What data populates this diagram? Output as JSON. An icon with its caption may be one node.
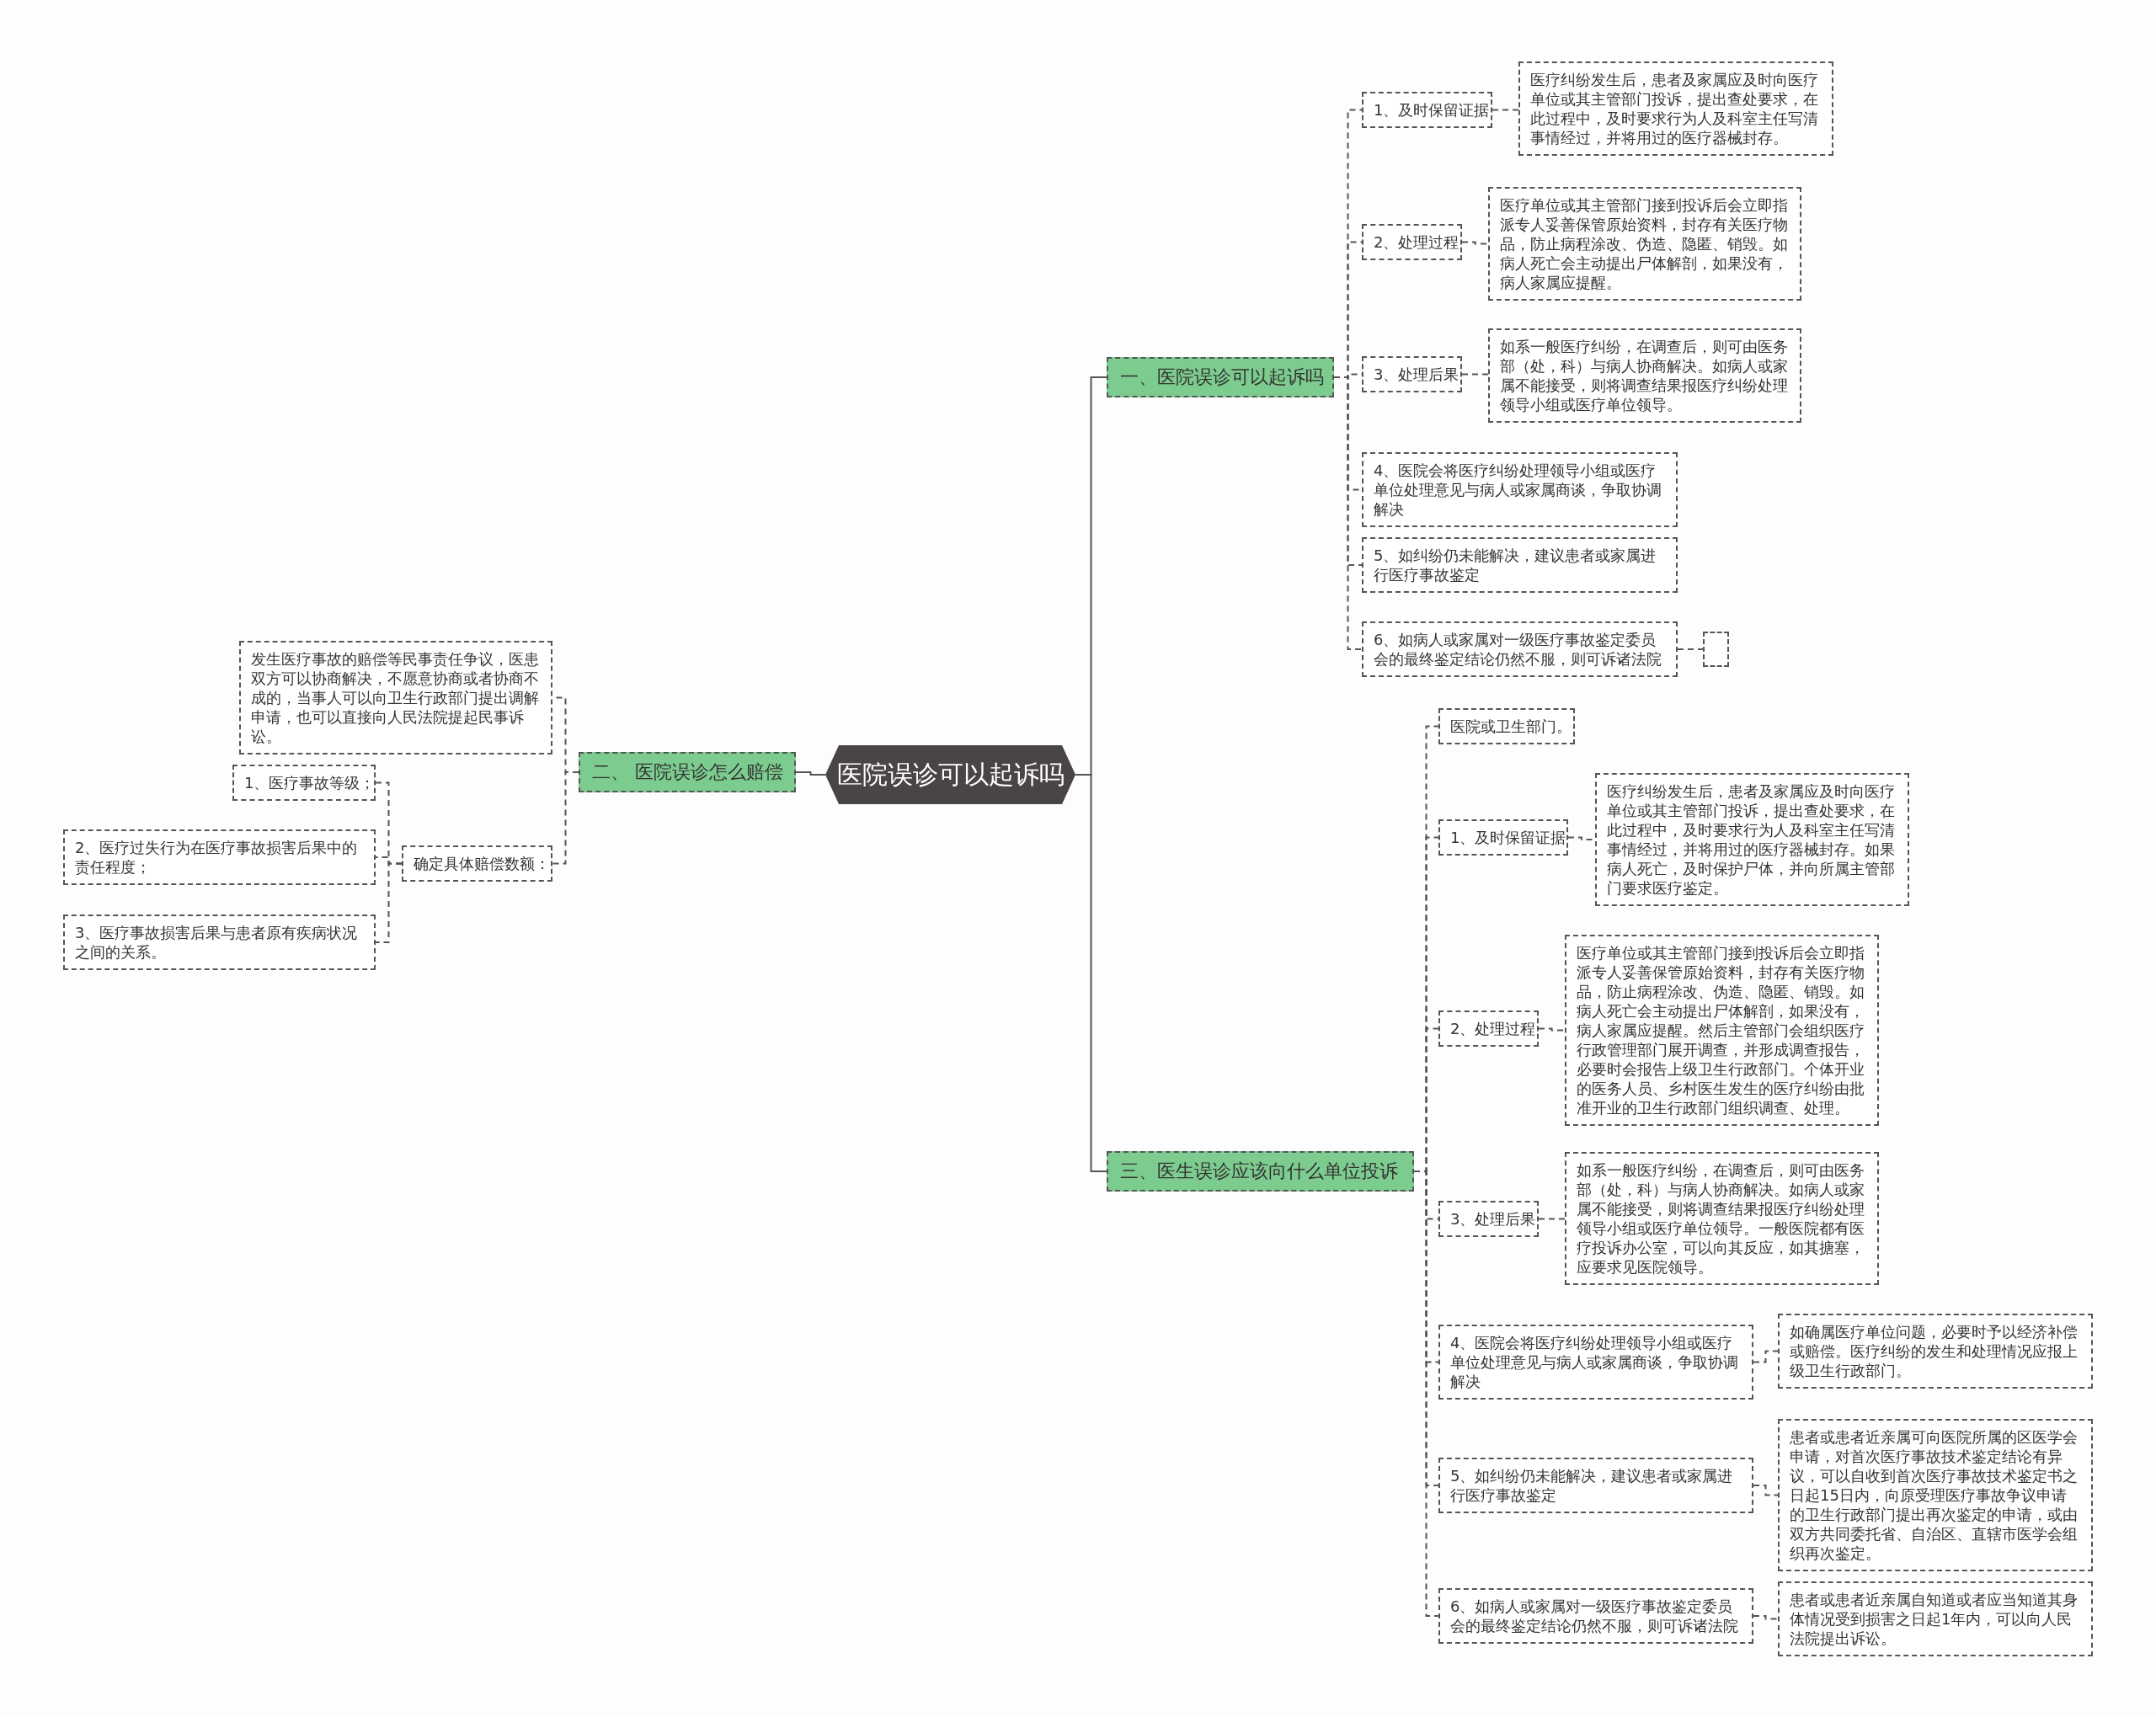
{
  "diagram": {
    "nodes": [
      {
        "text": [
          "医院误诊可以起诉吗"
        ]
      },
      {
        "text": [
          "一、医院误诊可以起诉吗"
        ]
      },
      {
        "text": [
          "1、及时保留证据"
        ]
      },
      {
        "text": [
          "医疗纠纷发生后，患者及家属应及时向医疗单位或其主管部门投诉，提出查处要求，在此过程中，及时要求行为人及科室主任写清事情经过，并将用过的医疗器械封存。"
        ]
      },
      {
        "text": [
          "2、处理过程"
        ]
      },
      {
        "text": [
          "医疗单位或其主管部门接到投诉后会立即指派专人妥善保管原始资料，封存有关医疗物品，防止病程涂改、伪造、隐匿、销毁。如病人死亡会主动提出尸体解剖，如果没有，病人家属应提醒。"
        ]
      },
      {
        "text": [
          "3、处理后果"
        ]
      },
      {
        "text": [
          "如系一般医疗纠纷，在调查后，则可由医务部（处，科）与病人协商解决。如病人或家属不能接受，则将调查结果报医疗纠纷处理领导小组或医疗单位领导。"
        ]
      },
      {
        "text": [
          "4、医院会将医疗纠纷处理领导小组或医疗单位处理意见与病人或家属商谈，争取协调解决"
        ]
      },
      {
        "text": [
          "5、如纠纷仍未能解决，建议患者或家属进行医疗事故鉴定"
        ]
      },
      {
        "text": [
          "6、如病人或家属对一级医疗事故鉴定委员会的最终鉴定结论仍然不服，则可诉诸法院"
        ]
      },
      {
        "text": [],
        "shape": "box"
      },
      {
        "text": [
          "三、医生误诊应该向什么单位投诉"
        ]
      },
      {
        "text": [
          "医院或卫生部门。"
        ]
      },
      {
        "text": [
          "1、及时保留证据"
        ]
      },
      {
        "text": [
          "医疗纠纷发生后，患者及家属应及时向医疗单位或其主管部门投诉，提出查处要求，在此过程中，及时要求行为人及科室主任写清事情经过，并将用过的医疗器械封存。如果病人死亡，及时保护尸体，并向所属主管部门要求医疗鉴定。"
        ]
      },
      {
        "text": [
          "2、处理过程"
        ]
      },
      {
        "text": [
          "医疗单位或其主管部门接到投诉后会立即指派专人妥善保管原始资料，封存有关医疗物品，防止病程涂改、伪造、隐匿、销毁。如病人死亡会主动提出尸体解剖，如果没有，病人家属应提醒。然后主管部门会组织医疗行政管理部门展开调查，并形成调查报告，必要时会报告上级卫生行政部门。个体开业的医务人员、乡村医生发生的医疗纠纷由批准开业的卫生行政部门组织调查、处理。"
        ]
      },
      {
        "text": [
          "3、处理后果"
        ]
      },
      {
        "text": [
          "如系一般医疗纠纷，在调查后，则可由医务部（处，科）与病人协商解决。如病人或家属不能接受，则将调查结果报医疗纠纷处理领导小组或医疗单位领导。一般医院都有医疗投诉办公室，可以向其反应，如其搪塞，应要求见医院领导。"
        ]
      },
      {
        "text": [
          "4、医院会将医疗纠纷处理领导小组或医疗单位处理意见与病人或家属商谈，争取协调解决"
        ]
      },
      {
        "text": [
          "如确属医疗单位问题，必要时予以经济补偿或赔偿。医疗纠纷的发生和处理情况应报上级卫生行政部门。"
        ]
      },
      {
        "text": [
          "5、如纠纷仍未能解决，建议患者或家属进行医疗事故鉴定"
        ]
      },
      {
        "text": [
          "患者或患者近亲属可向医院所属的区医学会申请，对首次医疗事故技术鉴定结论有异议，可以自收到首次医疗事故技术鉴定书之日起15日内，向原受理医疗事故争议申请的卫生行政部门提出再次鉴定的申请，或由双方共同委托省、自治区、直辖市医学会组织再次鉴定。"
        ]
      },
      {
        "text": [
          "6、如病人或家属对一级医疗事故鉴定委员会的最终鉴定结论仍然不服，则可诉诸法院"
        ]
      },
      {
        "text": [
          "患者或患者近亲属自知道或者应当知道其身体情况受到损害之日起1年内，可以向人民法院提出诉讼。"
        ]
      },
      {
        "text": [
          "二、 医院误诊怎么赔偿"
        ]
      },
      {
        "text": [
          "发生医疗事故的赔偿等民事责任争议，医患双方可以协商解决，不愿意协商或者协商不成的，当事人可以向卫生行政部门提出调解申请，也可以直接向人民法院提起民事诉讼。"
        ]
      },
      {
        "text": [
          "确定具体赔偿数额："
        ]
      },
      {
        "text": [
          "1、医疗事故等级；"
        ]
      },
      {
        "text": [
          "2、医疗过失行为在医疗事故损害后果中的责任程度；"
        ]
      },
      {
        "text": [
          "3、医疗事故损害后果与患者原有疾病状况之间的关系。"
        ]
      }
    ],
    "edges": [
      {
        "from": 0,
        "to": 1,
        "arrow": "none"
      },
      {
        "from": 1,
        "to": 2,
        "arrow": "none",
        "style": "dashed"
      },
      {
        "from": 2,
        "to": 3,
        "arrow": "none",
        "style": "dashed"
      },
      {
        "from": 1,
        "to": 4,
        "arrow": "none",
        "style": "dashed"
      },
      {
        "from": 4,
        "to": 5,
        "arrow": "none",
        "style": "dashed"
      },
      {
        "from": 1,
        "to": 6,
        "arrow": "none",
        "style": "dashed"
      },
      {
        "from": 6,
        "to": 7,
        "arrow": "none",
        "style": "dashed"
      },
      {
        "from": 1,
        "to": 8,
        "arrow": "none",
        "style": "dashed"
      },
      {
        "from": 1,
        "to": 9,
        "arrow": "none",
        "style": "dashed"
      },
      {
        "from": 1,
        "to": 10,
        "arrow": "none",
        "style": "dashed"
      },
      {
        "from": 10,
        "to": 11,
        "arrow": "none",
        "style": "dashed"
      },
      {
        "from": 0,
        "to": 12,
        "arrow": "none"
      },
      {
        "from": 12,
        "to": 13,
        "arrow": "none",
        "style": "dashed"
      },
      {
        "from": 12,
        "to": 14,
        "arrow": "none",
        "style": "dashed"
      },
      {
        "from": 14,
        "to": 15,
        "arrow": "none",
        "style": "dashed"
      },
      {
        "from": 12,
        "to": 16,
        "arrow": "none",
        "style": "dashed"
      },
      {
        "from": 16,
        "to": 17,
        "arrow": "none",
        "style": "dashed"
      },
      {
        "from": 12,
        "to": 18,
        "arrow": "none",
        "style": "dashed"
      },
      {
        "from": 18,
        "to": 19,
        "arrow": "none",
        "style": "dashed"
      },
      {
        "from": 12,
        "to": 20,
        "arrow": "none",
        "style": "dashed"
      },
      {
        "from": 20,
        "to": 21,
        "arrow": "none",
        "style": "dashed"
      },
      {
        "from": 12,
        "to": 22,
        "arrow": "none",
        "style": "dashed"
      },
      {
        "from": 22,
        "to": 23,
        "arrow": "none",
        "style": "dashed"
      },
      {
        "from": 12,
        "to": 24,
        "arrow": "none",
        "style": "dashed"
      },
      {
        "from": 24,
        "to": 25,
        "arrow": "none",
        "style": "dashed"
      },
      {
        "from": 0,
        "to": 26,
        "arrow": "none"
      },
      {
        "from": 26,
        "to": 27,
        "arrow": "none",
        "style": "dashed"
      },
      {
        "from": 26,
        "to": 28,
        "arrow": "none",
        "style": "dashed"
      },
      {
        "from": 28,
        "to": 29,
        "arrow": "none",
        "style": "dashed"
      },
      {
        "from": 28,
        "to": 30,
        "arrow": "none",
        "style": "dashed"
      },
      {
        "from": 28,
        "to": 31,
        "arrow": "none",
        "style": "dashed"
      }
    ]
  }
}
